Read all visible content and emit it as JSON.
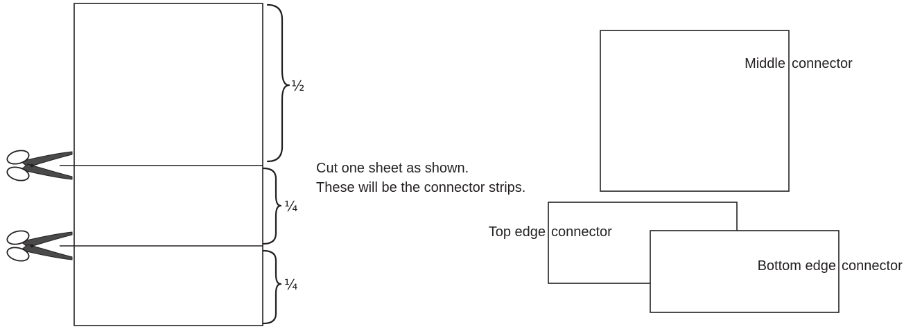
{
  "fractions": {
    "half": "½",
    "quarter_upper": "¼",
    "quarter_lower": "¼"
  },
  "instructions": {
    "line1": "Cut one sheet as shown.",
    "line2": "These will be the connector strips."
  },
  "connectors": {
    "middle": {
      "word": "Middle",
      "suffix": "connector"
    },
    "top_edge": {
      "word": "Top edge",
      "suffix": "connector"
    },
    "bottom_edge": {
      "word": "Bottom edge",
      "suffix": "connector"
    }
  },
  "icons": [
    "scissors-icon",
    "scissors-icon"
  ],
  "colors": {
    "ink": "#231f20",
    "blade": "#4a4a4a"
  }
}
